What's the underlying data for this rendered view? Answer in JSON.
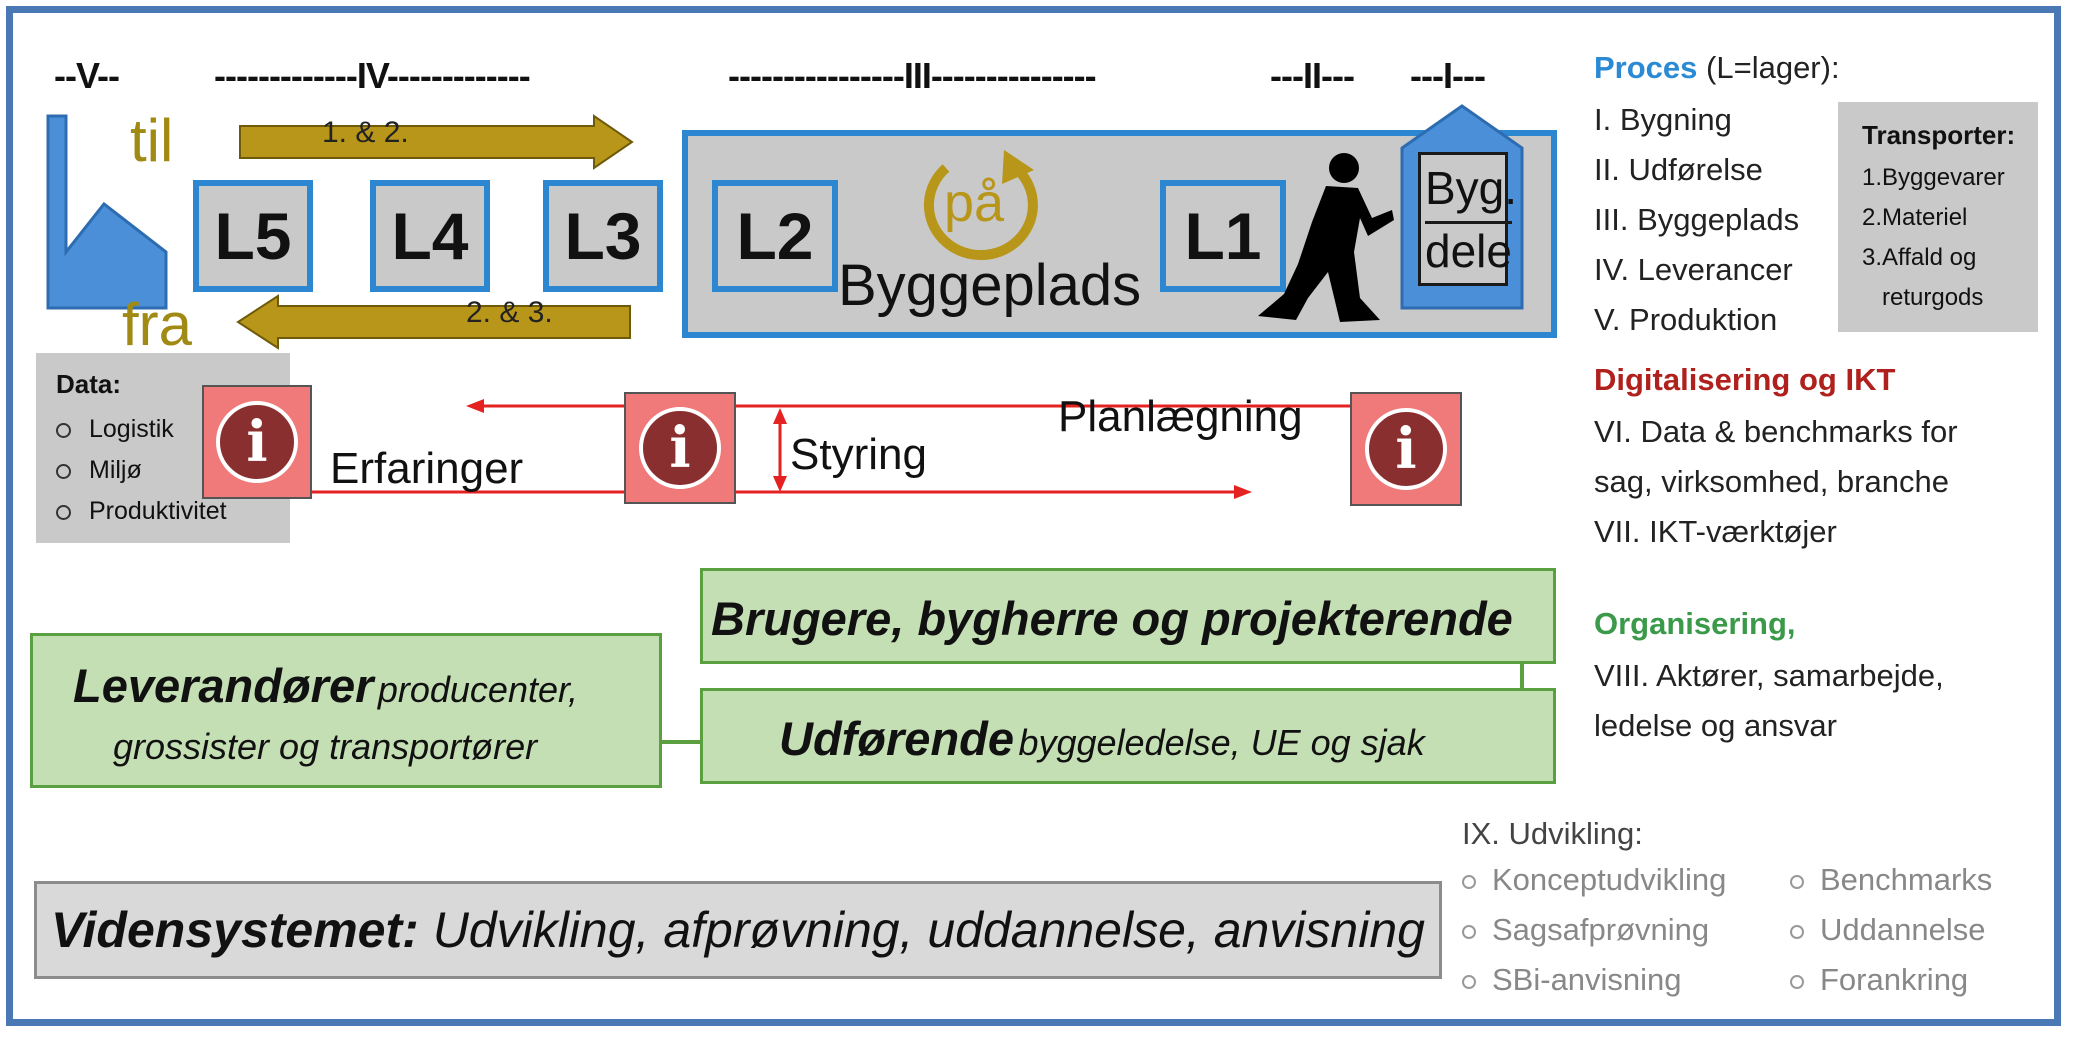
{
  "phases": {
    "v": "--V--",
    "iv": "-------------IV-------------",
    "iii": "----------------III---------------",
    "ii": "---II---",
    "i": "---I---"
  },
  "flow": {
    "til": "til",
    "fra": "fra",
    "arrow_top_label": "1. & 2.",
    "arrow_bottom_label": "2. & 3."
  },
  "lagers": {
    "l5": "L5",
    "l4": "L4",
    "l3": "L3",
    "l2": "L2",
    "l1": "L1"
  },
  "site": {
    "paa": "på",
    "title": "Byggeplads",
    "bygdele_line1": "Byg.",
    "bygdele_line2": "dele"
  },
  "data_panel": {
    "title": "Data:",
    "items": [
      "Logistik",
      "Miljø",
      "Produktivitet"
    ]
  },
  "info_icon": "i",
  "info_labels": {
    "erfaringer": "Erfaringer",
    "styring": "Styring",
    "planlaegning": "Planlægning"
  },
  "actors": {
    "brugere": "Brugere, bygherre og projekterende",
    "leverandorer_bold": "Leverandører",
    "leverandorer_rest1": "producenter,",
    "leverandorer_rest2": "grossister og transportører",
    "udforende_bold": "Udførende",
    "udforende_rest": "byggeledelse, UE og sjak"
  },
  "vidensystemet": {
    "bold": "Vidensystemet:",
    "rest": "Udvikling, afprøvning, uddannelse, anvisning"
  },
  "legend": {
    "proces_title": "Proces",
    "proces_note": "(L=lager):",
    "proces_items": [
      "I. Bygning",
      "II. Udførelse",
      "III. Byggeplads",
      "IV. Leverancer",
      "V.  Produktion"
    ],
    "transport_title": "Transporter:",
    "transport_items": [
      "1.Byggevarer",
      "2.Materiel",
      "3.Affald og",
      "returgods"
    ],
    "digital_title": "Digitalisering og IKT",
    "digital_items": [
      "VI. Data & benchmarks for",
      "sag, virksomhed, branche",
      "VII. IKT-værktøjer"
    ],
    "org_title": "Organisering,",
    "org_items": [
      "VIII. Aktører, samarbejde,",
      "ledelse og ansvar"
    ],
    "udv_title": "IX. Udvikling:",
    "udv_col1": [
      "Konceptudvikling",
      "Sagsafprøvning",
      "SBi-anvisning"
    ],
    "udv_col2": [
      "Benchmarks",
      "Uddannelse",
      "Forankring"
    ]
  },
  "colors": {
    "frame": "#4a78b5",
    "lager_border": "#2d86d0",
    "gold": "#b8961a",
    "red": "#e52222",
    "green": "#5aa040",
    "blue_title": "#2a8ad4",
    "dark_red_title": "#b0201c",
    "green_title": "#3a9a4a"
  }
}
